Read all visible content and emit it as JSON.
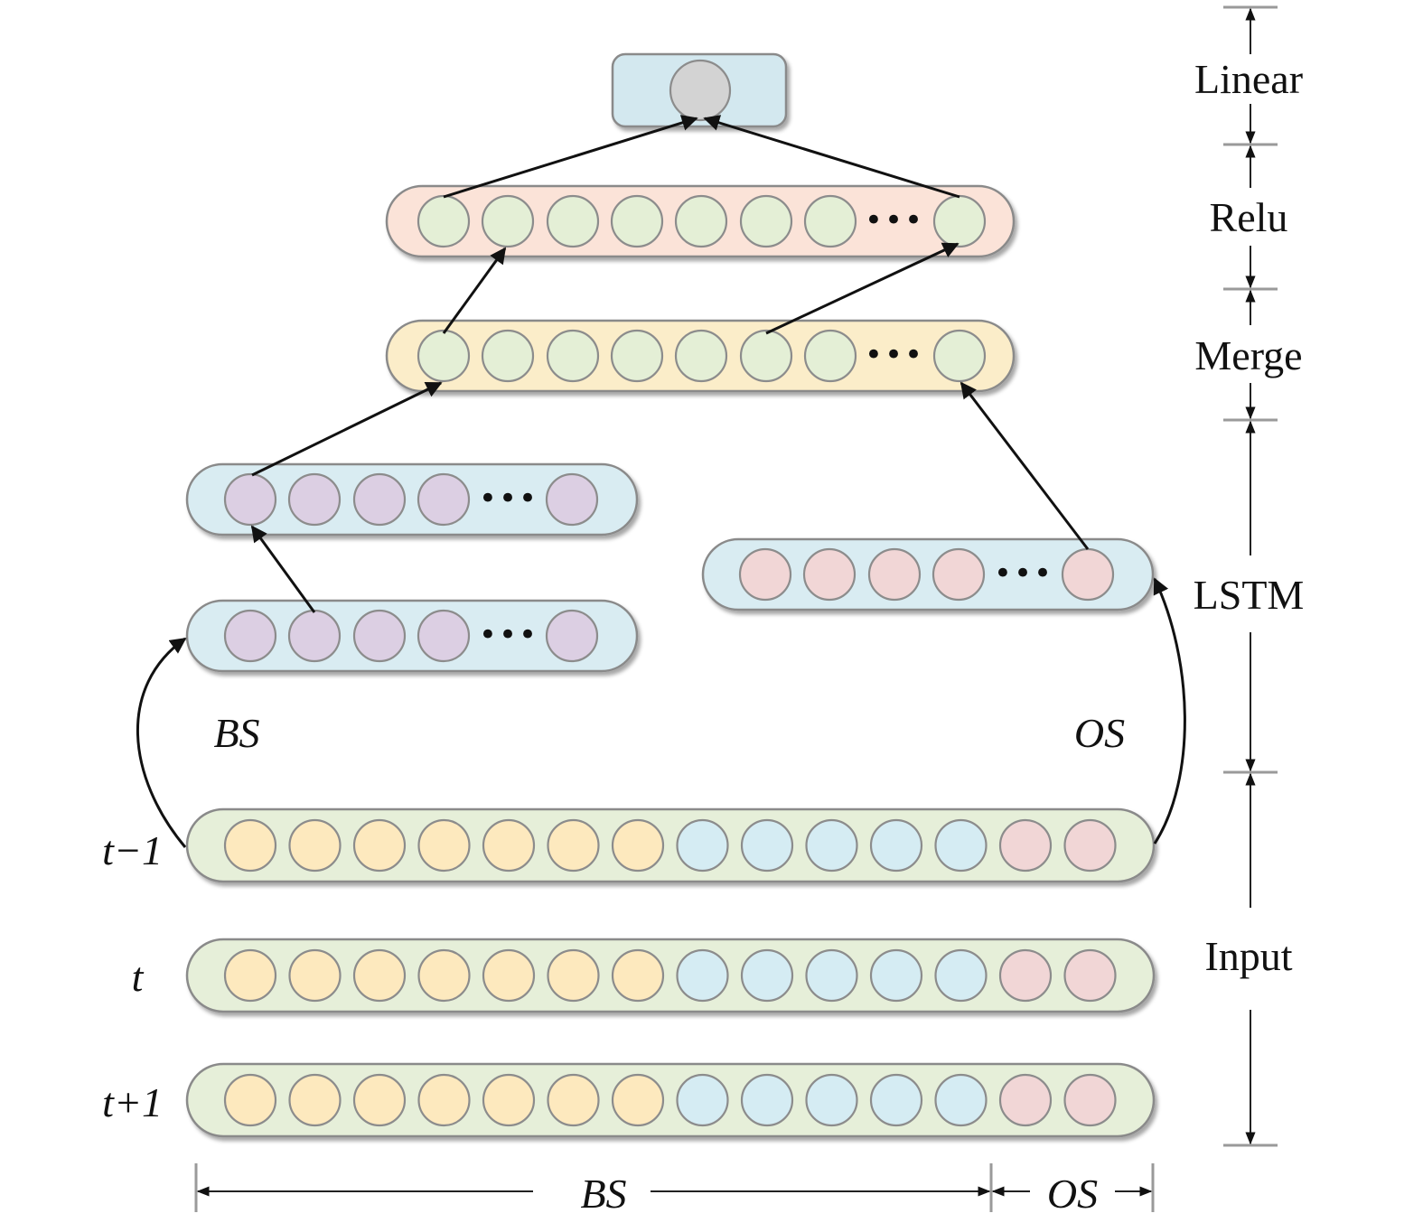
{
  "colors": {
    "input_bar": "#e6efd9",
    "lstm_bar": "#d9ecf2",
    "merge_bar": "#fbedc9",
    "relu_bar": "#fbe3d8",
    "linear_bar": "#d3e8ef",
    "node_yellow": "#fde9be",
    "node_blue": "#d5ecf3",
    "node_pink": "#f1d6d6",
    "node_purple": "#dccfe3",
    "node_green": "#e4efd6",
    "node_gray": "#d3d3d3"
  },
  "layers": {
    "linear": "Linear",
    "relu": "Relu",
    "merge": "Merge",
    "lstm": "LSTM",
    "input": "Input"
  },
  "time_steps": {
    "prev": "t−1",
    "cur": "t",
    "next": "t+1"
  },
  "branches": {
    "bs": "BS",
    "os": "OS"
  },
  "bottom_dims": {
    "bs": "BS",
    "os": "OS"
  },
  "ellipsis": "•••"
}
